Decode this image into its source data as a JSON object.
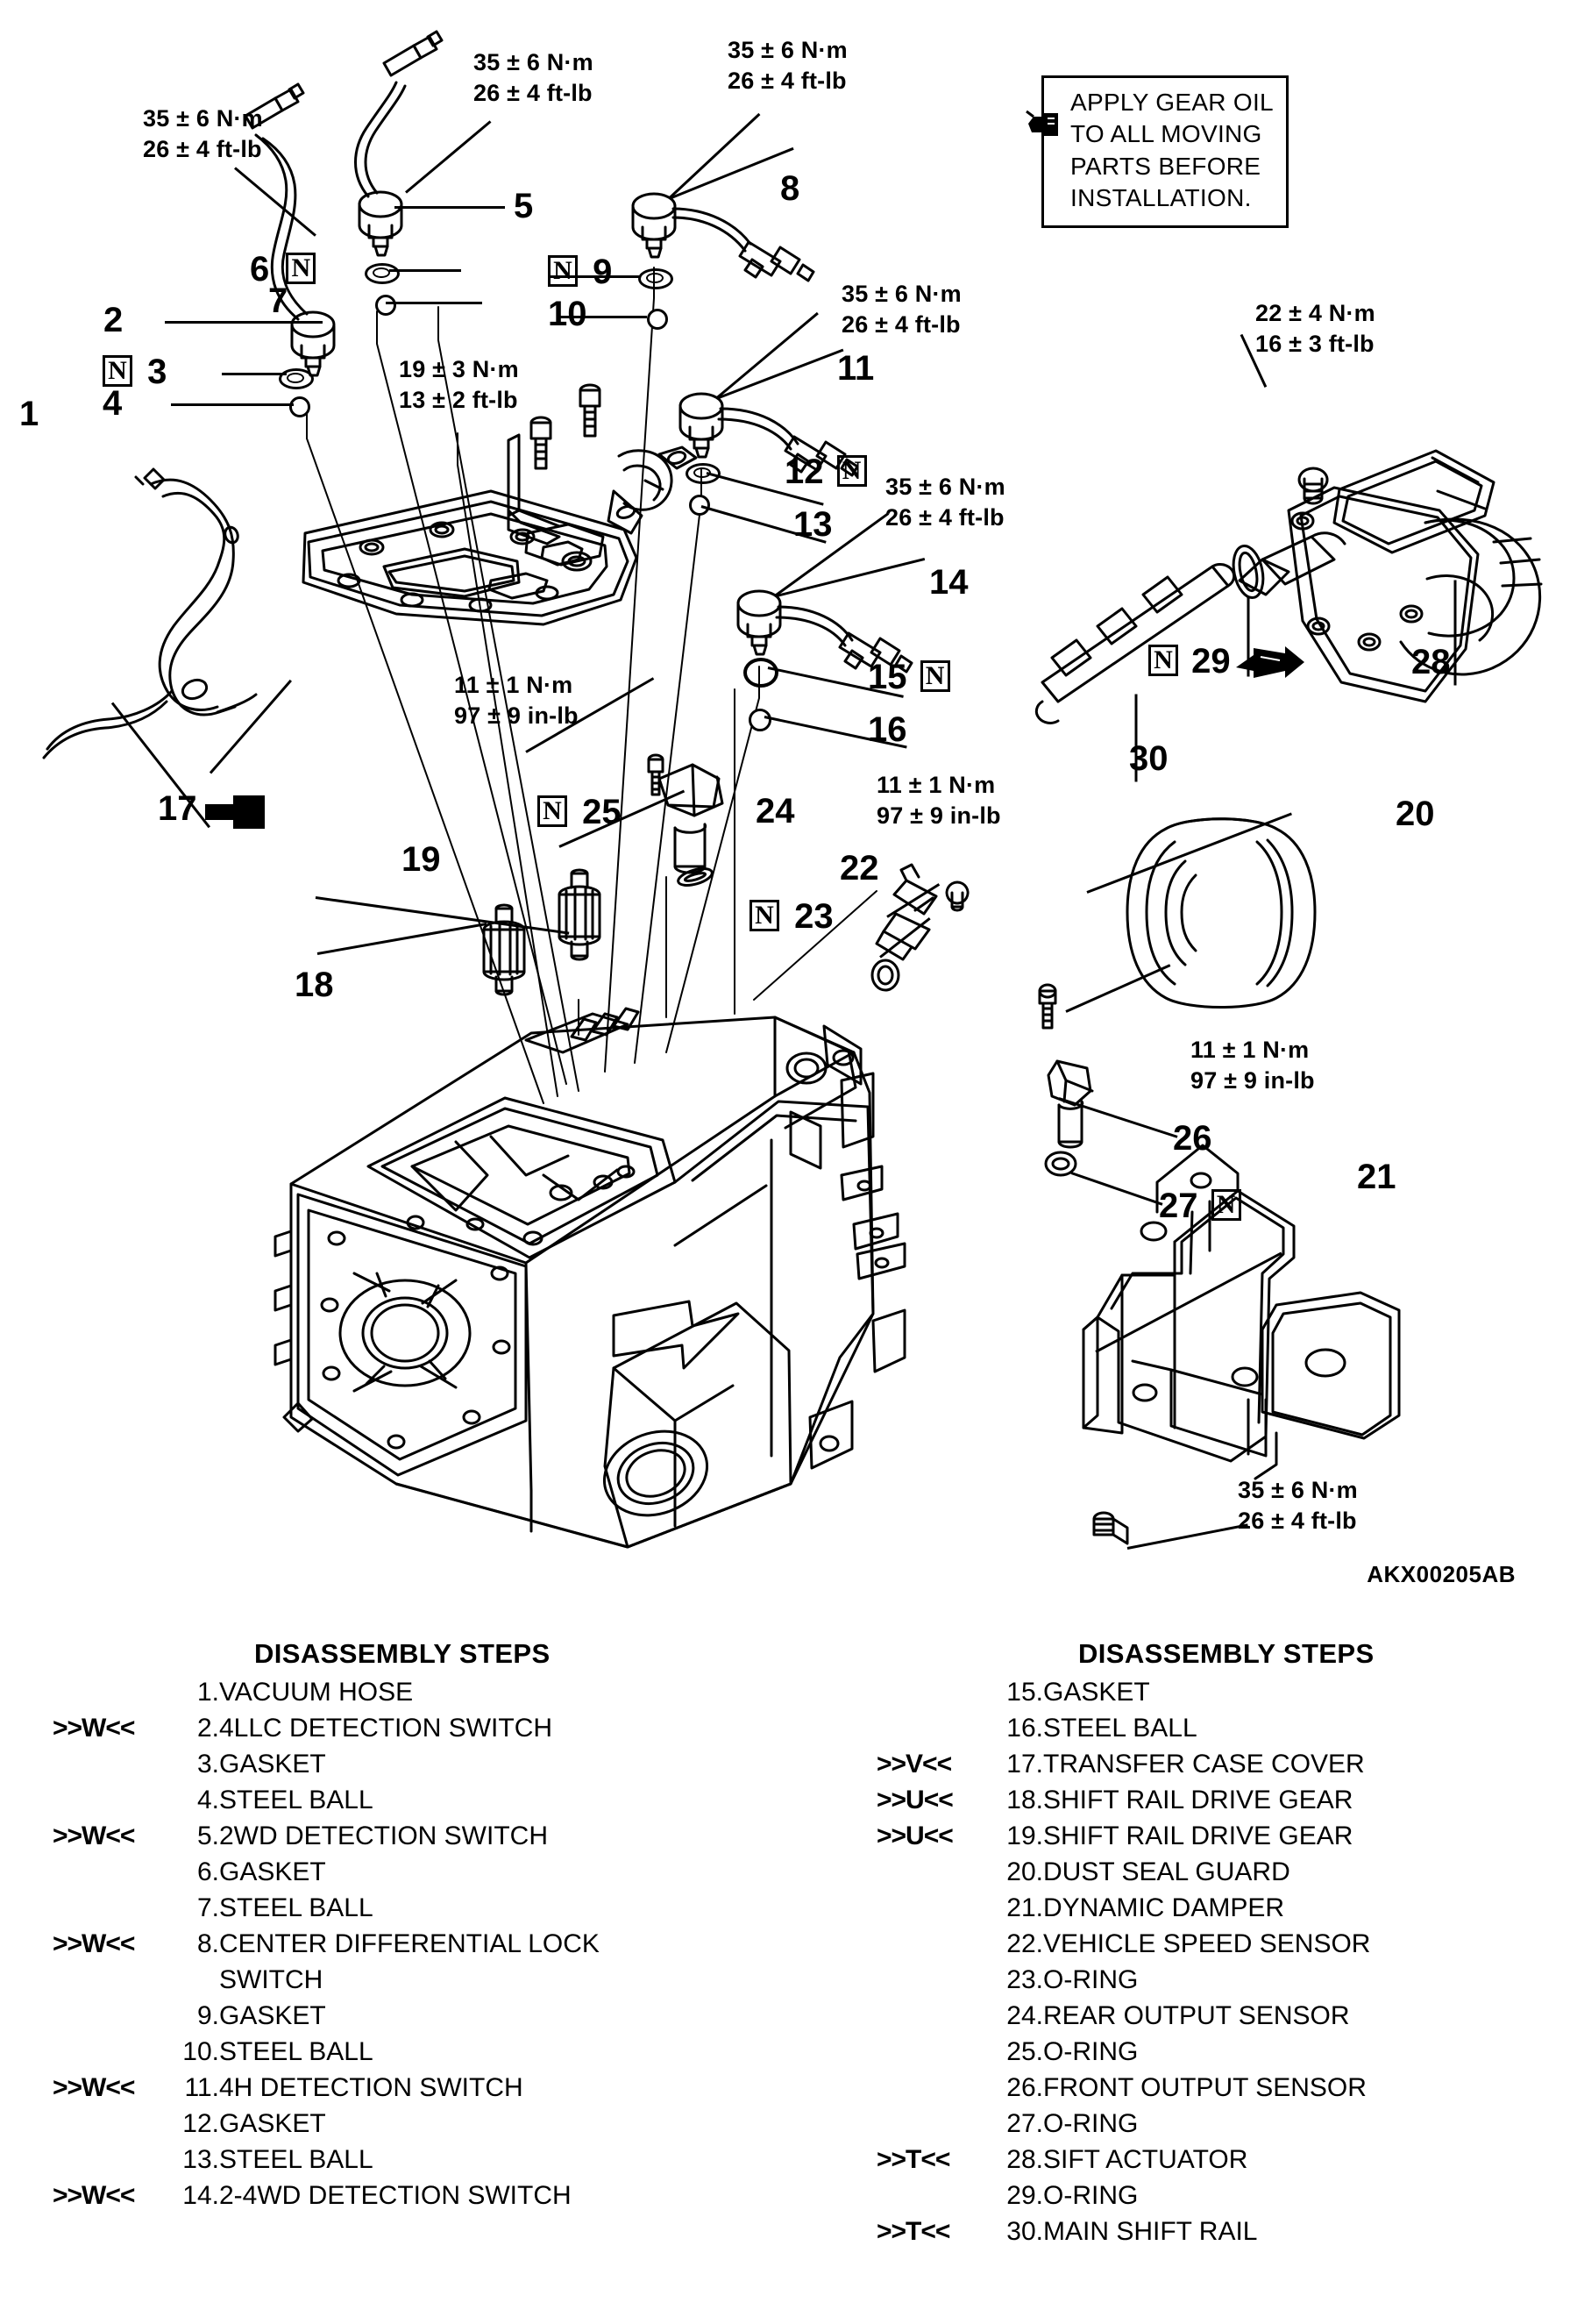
{
  "diagram": {
    "id_code": "AKX00205AB",
    "note_box": {
      "icon": "oil-can-icon",
      "lines": [
        "APPLY GEAR OIL",
        "TO ALL MOVING",
        "PARTS BEFORE",
        "INSTALLATION."
      ]
    },
    "torque_specs": [
      {
        "id": "t2",
        "nm": "35 ± 6 N·m",
        "ftlb": "26 ± 4 ft-lb"
      },
      {
        "id": "t5",
        "nm": "35 ± 6 N·m",
        "ftlb": "26 ± 4 ft-lb"
      },
      {
        "id": "t8",
        "nm": "35 ± 6 N·m",
        "ftlb": "26 ± 4 ft-lb"
      },
      {
        "id": "t11",
        "nm": "35 ± 6 N·m",
        "ftlb": "26 ± 4 ft-lb"
      },
      {
        "id": "t14",
        "nm": "35 ± 6 N·m",
        "ftlb": "26 ± 4 ft-lb"
      },
      {
        "id": "tcover",
        "nm": "19 ± 3 N·m",
        "ftlb": "13 ± 2 ft-lb"
      },
      {
        "id": "tbolt17",
        "nm": "11 ± 1 N·m",
        "ftlb": "97 ± 9 in-lb"
      },
      {
        "id": "t22",
        "nm": "11 ± 1 N·m",
        "ftlb": "97 ± 9 in-lb"
      },
      {
        "id": "t26",
        "nm": "11 ± 1 N·m",
        "ftlb": "97 ± 9 in-lb"
      },
      {
        "id": "t28",
        "nm": "22 ± 4 N·m",
        "ftlb": "16 ± 3 ft-lb"
      },
      {
        "id": "t21",
        "nm": "35 ± 6 N·m",
        "ftlb": "26 ± 4 ft-lb"
      }
    ],
    "callouts": [
      {
        "num": "1",
        "nmark": false
      },
      {
        "num": "2",
        "nmark": false
      },
      {
        "num": "3",
        "nmark": true,
        "nmark_side": "left"
      },
      {
        "num": "4",
        "nmark": false
      },
      {
        "num": "5",
        "nmark": false
      },
      {
        "num": "6",
        "nmark": true,
        "nmark_side": "right"
      },
      {
        "num": "7",
        "nmark": false
      },
      {
        "num": "8",
        "nmark": false
      },
      {
        "num": "9",
        "nmark": true,
        "nmark_side": "left"
      },
      {
        "num": "10",
        "nmark": false
      },
      {
        "num": "11",
        "nmark": false
      },
      {
        "num": "12",
        "nmark": true,
        "nmark_side": "right"
      },
      {
        "num": "13",
        "nmark": false
      },
      {
        "num": "14",
        "nmark": false
      },
      {
        "num": "15",
        "nmark": true,
        "nmark_side": "right"
      },
      {
        "num": "16",
        "nmark": false
      },
      {
        "num": "17",
        "nmark": false
      },
      {
        "num": "18",
        "nmark": false
      },
      {
        "num": "19",
        "nmark": false
      },
      {
        "num": "20",
        "nmark": false
      },
      {
        "num": "21",
        "nmark": false
      },
      {
        "num": "22",
        "nmark": false
      },
      {
        "num": "23",
        "nmark": true,
        "nmark_side": "left"
      },
      {
        "num": "24",
        "nmark": false
      },
      {
        "num": "25",
        "nmark": true,
        "nmark_side": "left"
      },
      {
        "num": "26",
        "nmark": false
      },
      {
        "num": "27",
        "nmark": true,
        "nmark_side": "right"
      },
      {
        "num": "28",
        "nmark": false
      },
      {
        "num": "29",
        "nmark": true,
        "nmark_side": "left"
      },
      {
        "num": "30",
        "nmark": false
      }
    ]
  },
  "steps_left": {
    "title": "DISASSEMBLY STEPS",
    "rows": [
      {
        "mark": "",
        "num": "1.",
        "label": "VACUUM HOSE"
      },
      {
        "mark": ">>W<<",
        "num": "2.",
        "label": "4LLC DETECTION SWITCH"
      },
      {
        "mark": "",
        "num": "3.",
        "label": "GASKET"
      },
      {
        "mark": "",
        "num": "4.",
        "label": "STEEL BALL"
      },
      {
        "mark": ">>W<<",
        "num": "5.",
        "label": "2WD DETECTION SWITCH"
      },
      {
        "mark": "",
        "num": "6.",
        "label": "GASKET"
      },
      {
        "mark": "",
        "num": "7.",
        "label": "STEEL BALL"
      },
      {
        "mark": ">>W<<",
        "num": "8.",
        "label": "CENTER DIFFERENTIAL LOCK",
        "label2": "SWITCH"
      },
      {
        "mark": "",
        "num": "9.",
        "label": "GASKET"
      },
      {
        "mark": "",
        "num": "10.",
        "label": "STEEL BALL"
      },
      {
        "mark": ">>W<<",
        "num": "11.",
        "label": "4H DETECTION SWITCH"
      },
      {
        "mark": "",
        "num": "12.",
        "label": "GASKET"
      },
      {
        "mark": "",
        "num": "13.",
        "label": "STEEL BALL"
      },
      {
        "mark": ">>W<<",
        "num": "14.",
        "label": "2-4WD DETECTION SWITCH"
      }
    ]
  },
  "steps_right": {
    "title": "DISASSEMBLY STEPS",
    "rows": [
      {
        "mark": "",
        "num": "15.",
        "label": "GASKET"
      },
      {
        "mark": "",
        "num": "16.",
        "label": "STEEL BALL"
      },
      {
        "mark": ">>V<<",
        "num": "17.",
        "label": "TRANSFER CASE COVER"
      },
      {
        "mark": ">>U<<",
        "num": "18.",
        "label": "SHIFT RAIL DRIVE GEAR"
      },
      {
        "mark": ">>U<<",
        "num": "19.",
        "label": "SHIFT RAIL DRIVE GEAR"
      },
      {
        "mark": "",
        "num": "20.",
        "label": "DUST SEAL GUARD"
      },
      {
        "mark": "",
        "num": "21.",
        "label": "DYNAMIC DAMPER"
      },
      {
        "mark": "",
        "num": "22.",
        "label": "VEHICLE SPEED SENSOR"
      },
      {
        "mark": "",
        "num": "23.",
        "label": "O-RING"
      },
      {
        "mark": "",
        "num": "24.",
        "label": "REAR OUTPUT SENSOR"
      },
      {
        "mark": "",
        "num": "25.",
        "label": "O-RING"
      },
      {
        "mark": "",
        "num": "26.",
        "label": "FRONT OUTPUT SENSOR"
      },
      {
        "mark": "",
        "num": "27.",
        "label": "O-RING"
      },
      {
        "mark": ">>T<<",
        "num": "28.",
        "label": "SIFT ACTUATOR"
      },
      {
        "mark": "",
        "num": "29.",
        "label": "O-RING"
      },
      {
        "mark": ">>T<<",
        "num": "30.",
        "label": "MAIN SHIFT RAIL"
      }
    ]
  }
}
